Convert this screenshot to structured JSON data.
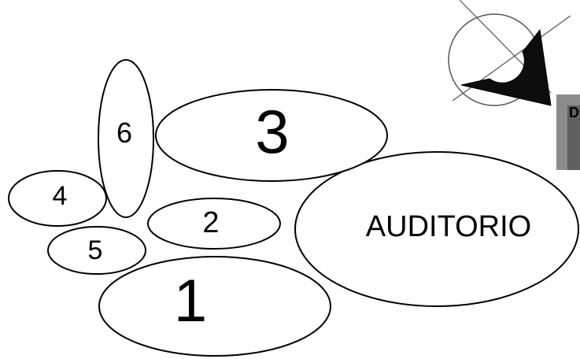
{
  "zones": [
    {
      "id": "auditorio",
      "label": "AUDITORIO"
    },
    {
      "id": "1",
      "label": "1"
    },
    {
      "id": "2",
      "label": "2"
    },
    {
      "id": "3",
      "label": "3"
    },
    {
      "id": "4",
      "label": "4"
    },
    {
      "id": "5",
      "label": "5"
    },
    {
      "id": "6",
      "label": "6"
    }
  ],
  "edge_tab": {
    "label": "D"
  },
  "compass": {
    "icon": "north-compass-icon"
  },
  "colors": {
    "line": "#000000",
    "tab": "#8c8c8c",
    "tab_dark": "#606060"
  }
}
